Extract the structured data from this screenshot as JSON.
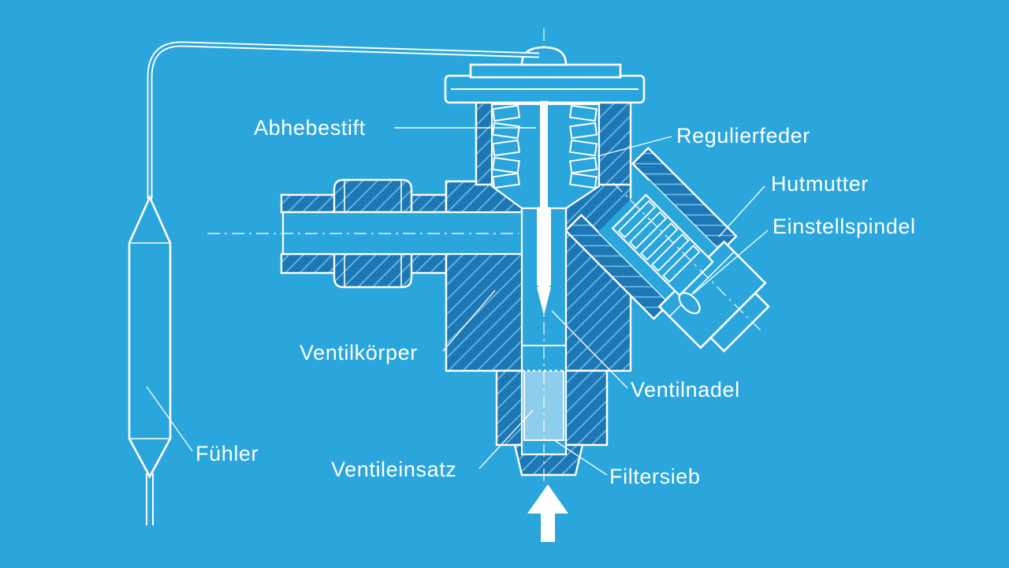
{
  "diagram": {
    "labels": {
      "abhebestift": "Abhebestift",
      "regulierfeder": "Regulierfeder",
      "hutmutter": "Hutmutter",
      "einstellspindel": "Einstellspindel",
      "ventilkoerper": "Ventilkörper",
      "ventilnadel": "Ventilnadel",
      "ventileinsatz": "Ventileinsatz",
      "filtersieb": "Filtersieb",
      "fuehler": "Fühler"
    },
    "colors": {
      "background": "#2AA6DC",
      "line": "#FFFFFF",
      "section": "#1D77B5",
      "hatch": "#6FC0E8",
      "filter": "#8FCDEC"
    },
    "icons": {
      "flow_arrow": "flow-direction-arrow-up"
    }
  }
}
